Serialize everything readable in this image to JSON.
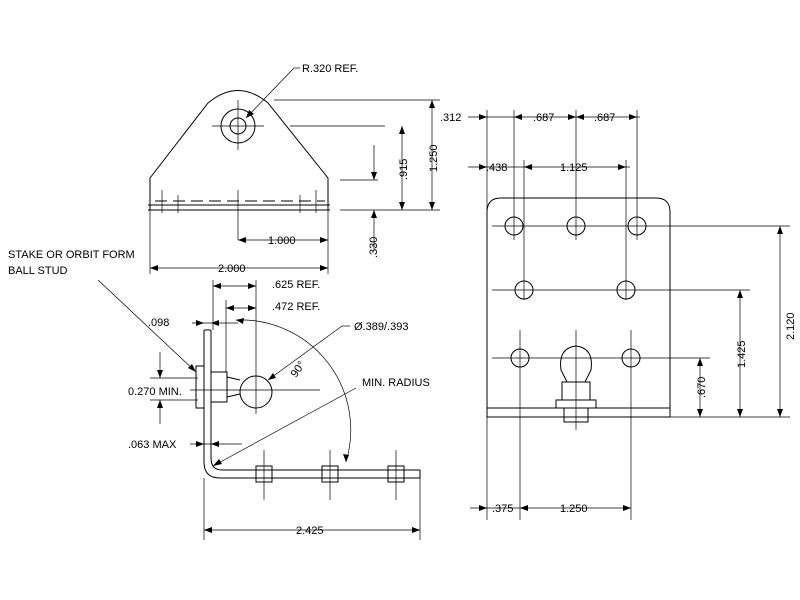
{
  "top_view": {
    "radius_note": "R.320 REF.",
    "dim_312": ".312",
    "dim_915": ".915",
    "dim_1250": "1.250",
    "dim_1000": "1.000",
    "dim_2000": "2.000",
    "dim_330": ".330"
  },
  "side_view": {
    "note_stake": "STAKE OR ORBIT FORM",
    "note_ball": "BALL STUD",
    "dim_625": ".625 REF.",
    "dim_472": ".472 REF.",
    "dim_098": ".098",
    "dim_dia": "Ø.389/.393",
    "dim_angle": "90°",
    "note_radius": "MIN. RADIUS",
    "dim_270": "0.270 MIN.",
    "dim_063": ".063 MAX",
    "dim_2425": "2.425"
  },
  "front_view": {
    "dim_687a": ".687",
    "dim_687b": ".687",
    "dim_438": ".438",
    "dim_1125": "1.125",
    "dim_2120": "2.120",
    "dim_1425": "1.425",
    "dim_670": ".670",
    "dim_375": ".375",
    "dim_1250b": "1.250"
  }
}
